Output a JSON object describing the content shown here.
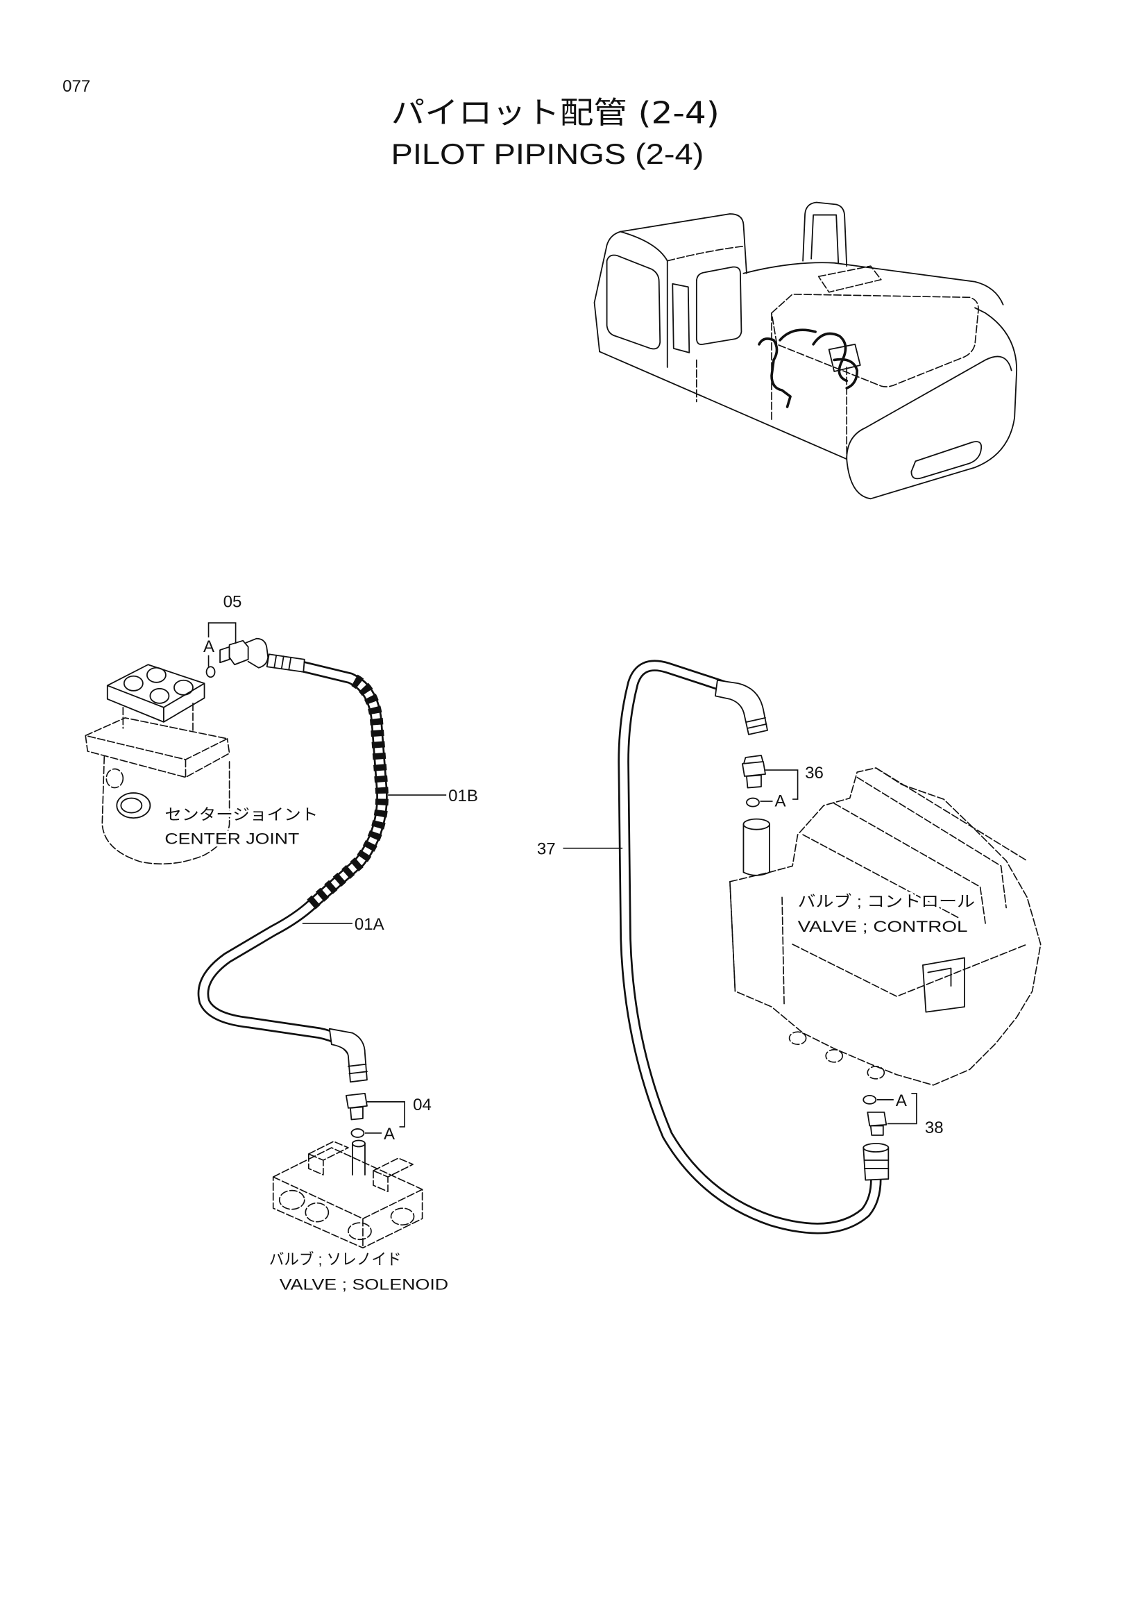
{
  "page_number": "077",
  "title": {
    "ja": "パイロット配管 (2-4)",
    "en": "PILOT PIPINGS (2-4)"
  },
  "callouts": {
    "fitting_05": "05",
    "hose_01B": "01B",
    "hose_01A": "01A",
    "fitting_04": "04",
    "fitting_36": "36",
    "hose_37": "37",
    "fitting_38": "38",
    "oring_ref_05": "A",
    "oring_ref_04": "A",
    "oring_ref_36": "A",
    "oring_ref_38": "A"
  },
  "components": {
    "center_joint": {
      "ja": "センタージョイント",
      "en": "CENTER JOINT"
    },
    "solenoid_valve": {
      "ja": "バルブ ; ソレノイド",
      "en": "VALVE ; SOLENOID"
    },
    "control_valve": {
      "ja": "バルブ ; コントロール",
      "en": "VALVE ; CONTROL"
    }
  }
}
